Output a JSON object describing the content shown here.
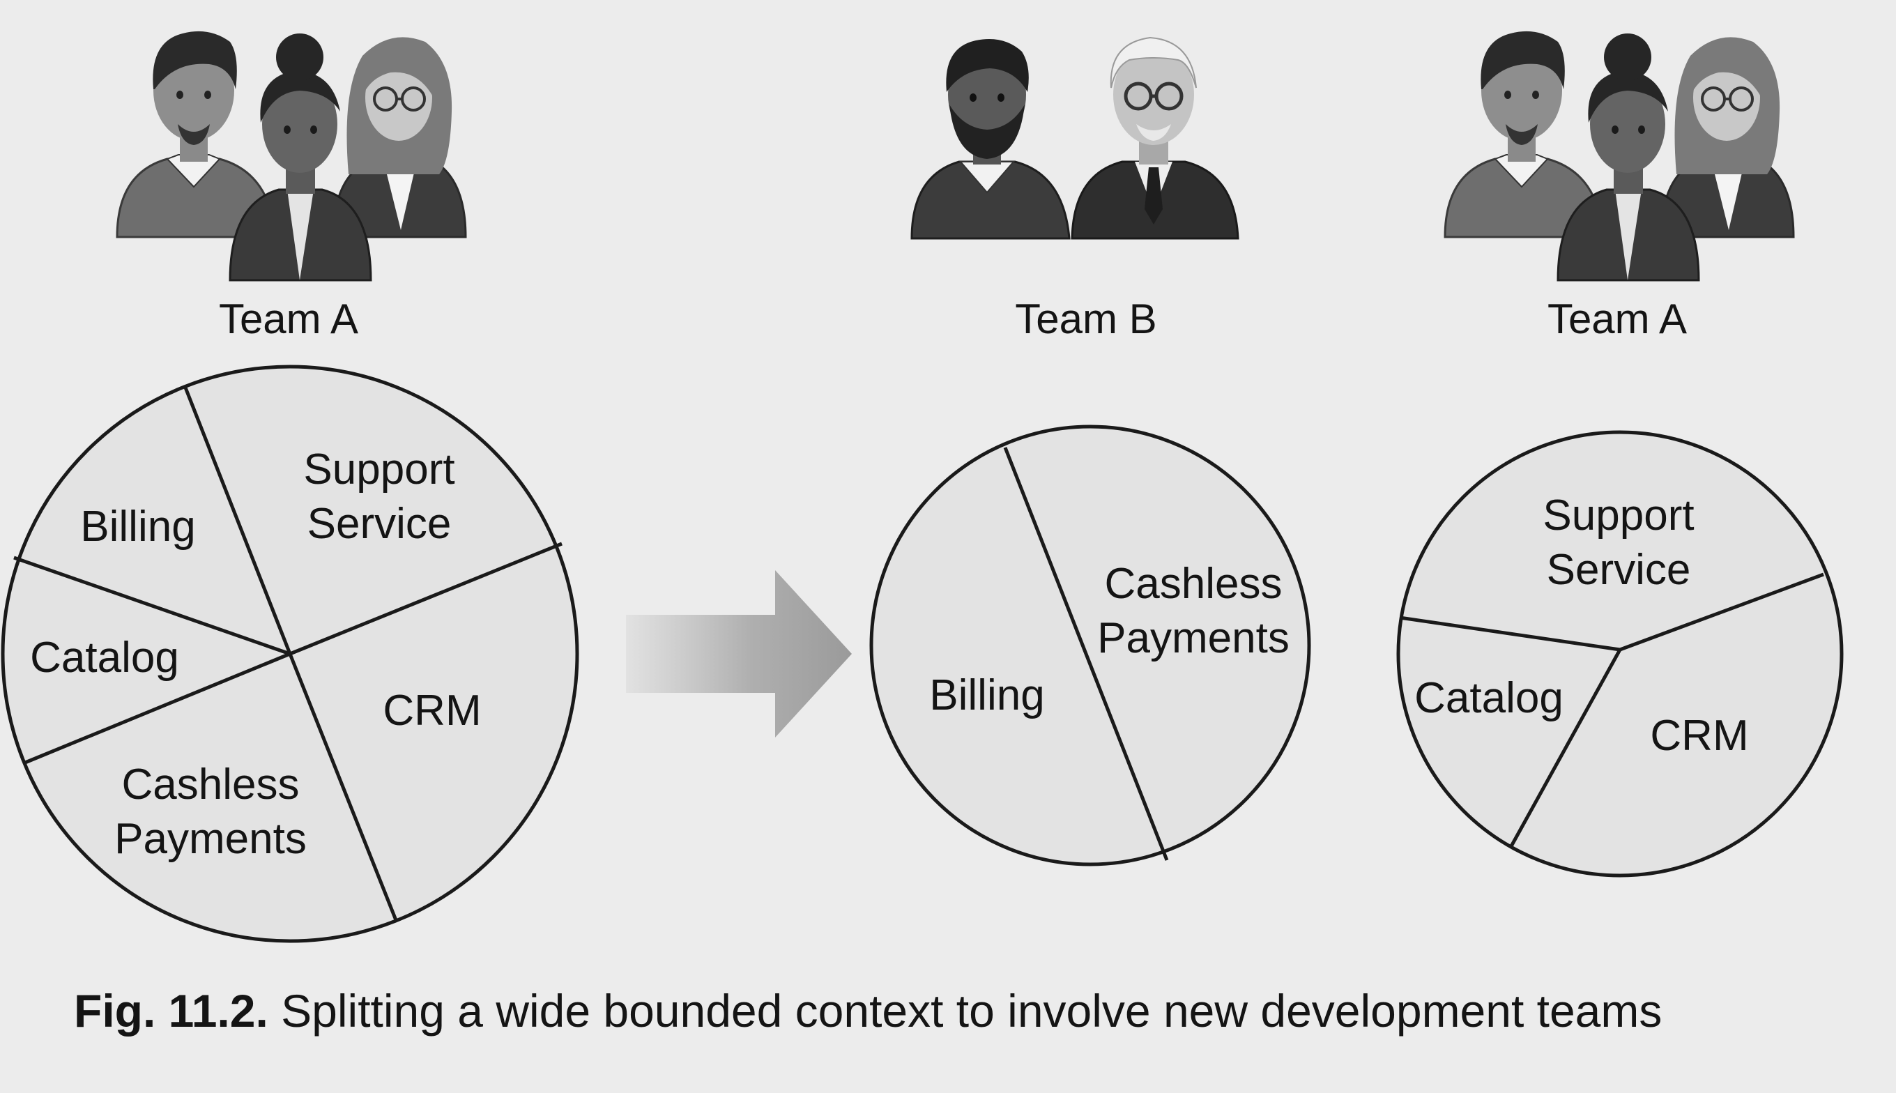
{
  "teams": {
    "left": "Team A",
    "middle": "Team B",
    "right": "Team A"
  },
  "contexts": {
    "wide": {
      "billing": "Billing",
      "support_line1": "Support",
      "support_line2": "Service",
      "catalog": "Catalog",
      "crm": "CRM",
      "cashless_line1": "Cashless",
      "cashless_line2": "Payments"
    },
    "team_b": {
      "billing": "Billing",
      "cashless_line1": "Cashless",
      "cashless_line2": "Payments"
    },
    "team_a": {
      "support_line1": "Support",
      "support_line2": "Service",
      "catalog": "Catalog",
      "crm": "CRM"
    }
  },
  "icons": {
    "left_group": "team-a-people-icon",
    "middle_group": "team-b-people-icon",
    "right_group": "team-a-people-icon",
    "arrow": "right-arrow-icon"
  },
  "colors": {
    "background": "#ececec",
    "pie_fill": "#e3e3e3",
    "outline": "#1a1a1a"
  },
  "caption": {
    "number": "Fig. 11.2.",
    "text": " Splitting a wide bounded context to involve new development teams"
  }
}
